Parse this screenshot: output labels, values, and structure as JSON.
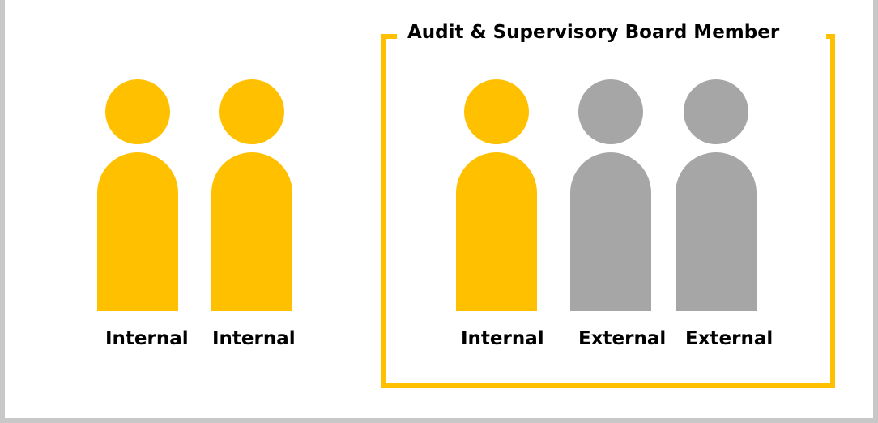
{
  "board": {
    "title": "Audit & Supervisory Board Member"
  },
  "colors": {
    "internal": "#ffc000",
    "external": "#a6a6a6",
    "frame": "#c8c8c8"
  },
  "people": [
    {
      "label": "Internal",
      "type": "internal",
      "color": "#ffc000"
    },
    {
      "label": "Internal",
      "type": "internal",
      "color": "#ffc000"
    },
    {
      "label": "Internal",
      "type": "internal",
      "color": "#ffc000"
    },
    {
      "label": "External",
      "type": "external",
      "color": "#a6a6a6"
    },
    {
      "label": "External",
      "type": "external",
      "color": "#a6a6a6"
    }
  ]
}
